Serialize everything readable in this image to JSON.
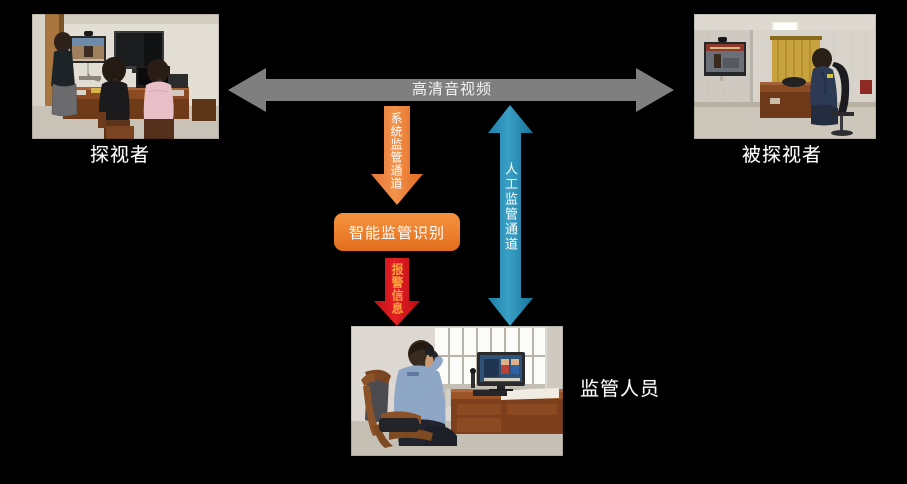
{
  "diagram": {
    "title_visible": false,
    "background_color": "#000000",
    "nodes": [
      {
        "id": "visitor",
        "caption": "探视者",
        "caption_color": "#ffffff",
        "photo_alt": "探视者房间：三人坐在桌前观看壁挂显示器进行视频会见"
      },
      {
        "id": "visited",
        "caption": "被探视者",
        "caption_color": "#ffffff",
        "photo_alt": "被探视者房间：一名着警服人员坐在桌前面对壁挂显示器"
      },
      {
        "id": "supervisor",
        "caption": "监管人员",
        "caption_color": "#ffffff",
        "photo_alt": "监管人员办公室：民警手持电话查看电脑显示器中的会见画面"
      }
    ],
    "connections": [
      {
        "id": "hd-av",
        "label": "高清音视频",
        "color": "#7f7f7f",
        "direction": "bidirectional",
        "orientation": "horizontal",
        "from": "visitor",
        "to": "visited"
      },
      {
        "id": "system-supervision-channel",
        "label": "系统监管通道",
        "color": "#ed7d31",
        "direction": "down",
        "orientation": "vertical",
        "from": "hd-av",
        "to": "intelligent-recognition"
      },
      {
        "id": "alarm-info",
        "label": "报警信息",
        "color": "#d9161c",
        "label_color": "#f9a03c",
        "direction": "down",
        "orientation": "vertical",
        "from": "intelligent-recognition",
        "to": "supervisor"
      },
      {
        "id": "manual-supervision-channel",
        "label": "人工监管通道",
        "color": "#2e9bc0",
        "direction": "bidirectional",
        "orientation": "vertical",
        "from": "hd-av",
        "to": "supervisor"
      }
    ],
    "process_box": {
      "id": "intelligent-recognition",
      "label": "智能监管识别",
      "fill_top": "#f08a3c",
      "fill_bottom": "#e2701c",
      "text_color": "#ffffff"
    }
  }
}
